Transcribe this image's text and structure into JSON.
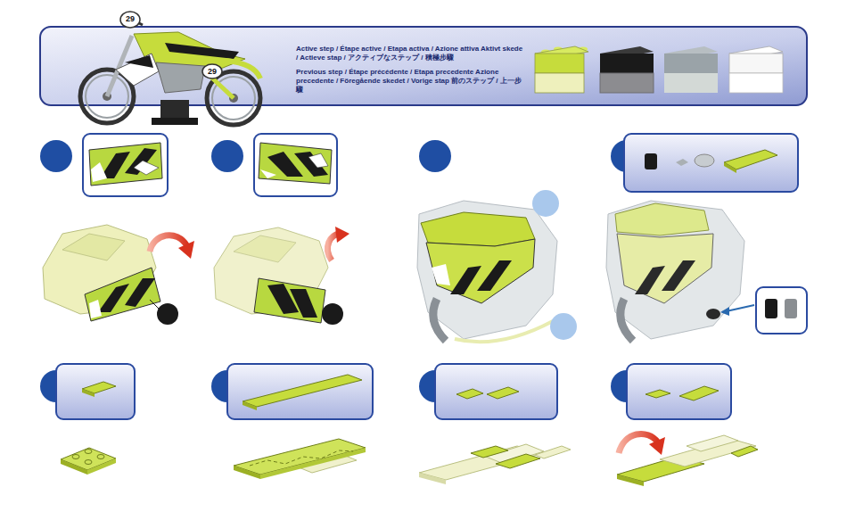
{
  "diagram": {
    "labels": [
      "29",
      "29"
    ],
    "legend": [
      {
        "text": "Active step / Étape active / Etapa activa / Azione attiva Aktivt skede / Actieve stap / アクティブなステップ / 積極步驟",
        "color": "#c6dc3c"
      },
      {
        "text": "Previous step / Étape précédente / Etapa precedente Azione precedente / Föregående skedet / Vorige stap 前のステップ / 上一步驟",
        "color": "#eef0bc"
      }
    ]
  }
}
